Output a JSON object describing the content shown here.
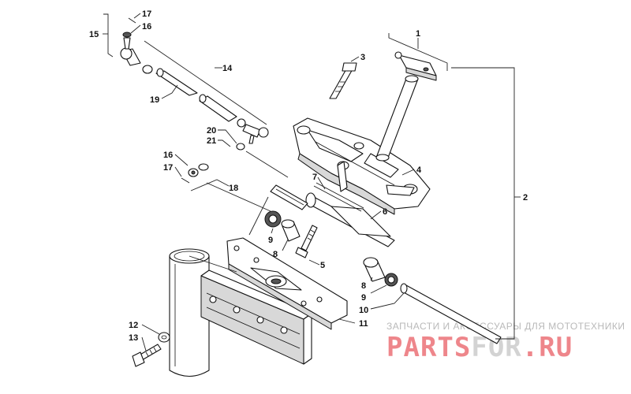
{
  "callouts": [
    {
      "id": "c17a",
      "text": "17"
    },
    {
      "id": "c16a",
      "text": "16"
    },
    {
      "id": "c15",
      "text": "15"
    },
    {
      "id": "c14",
      "text": "14"
    },
    {
      "id": "c19",
      "text": "19"
    },
    {
      "id": "c20",
      "text": "20"
    },
    {
      "id": "c21",
      "text": "21"
    },
    {
      "id": "c16b",
      "text": "16"
    },
    {
      "id": "c17b",
      "text": "17"
    },
    {
      "id": "c18",
      "text": "18"
    },
    {
      "id": "c3",
      "text": "3"
    },
    {
      "id": "c1",
      "text": "1"
    },
    {
      "id": "c2",
      "text": "2"
    },
    {
      "id": "c4",
      "text": "4"
    },
    {
      "id": "c7",
      "text": "7"
    },
    {
      "id": "c6",
      "text": "6"
    },
    {
      "id": "c9a",
      "text": "9"
    },
    {
      "id": "c8a",
      "text": "8"
    },
    {
      "id": "c5",
      "text": "5"
    },
    {
      "id": "c8b",
      "text": "8"
    },
    {
      "id": "c9b",
      "text": "9"
    },
    {
      "id": "c10",
      "text": "10"
    },
    {
      "id": "c11",
      "text": "11"
    },
    {
      "id": "c12",
      "text": "12"
    },
    {
      "id": "c13",
      "text": "13"
    }
  ],
  "watermark": {
    "tagline": "ЗАПЧАСТИ И АКСЕССУАРЫ ДЛЯ МОТОТЕХНИКИ",
    "brand_part1": "PARTS",
    "brand_part2": "FOR",
    "brand_part3": ".RU",
    "colors": {
      "red": "#e0232b",
      "grey": "#b5b5b5",
      "red_faded": "#f0a0a3"
    }
  }
}
